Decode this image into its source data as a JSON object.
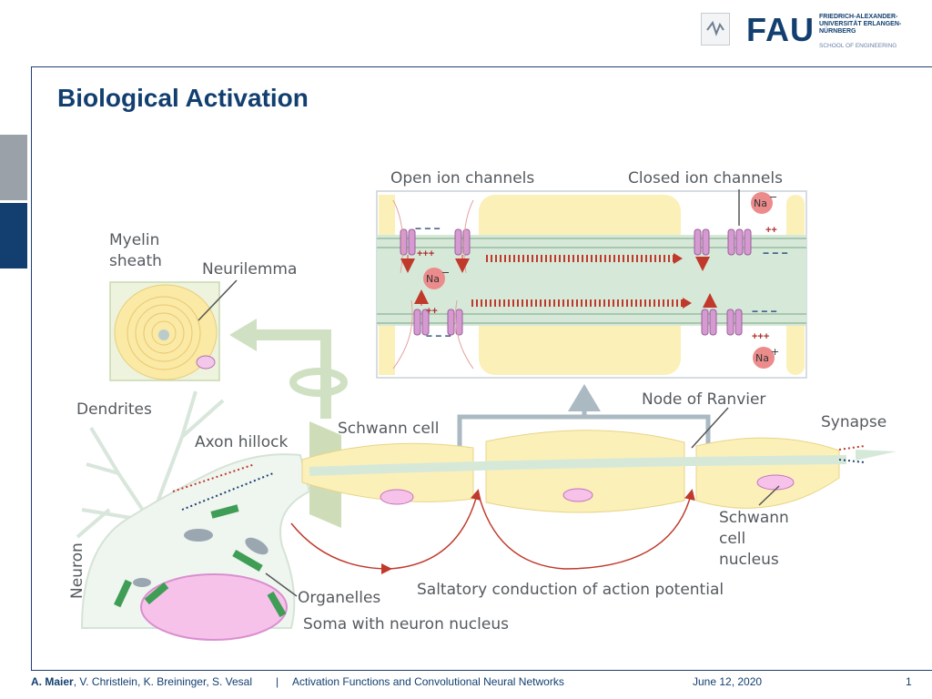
{
  "slide": {
    "title": "Biological Activation",
    "page_number": "1"
  },
  "header": {
    "logo_text": "FAU",
    "university": "FRIEDRICH-ALEXANDER- UNIVERSITÄT ERLANGEN-NÜRNBERG",
    "school": "SCHOOL OF ENGINEERING"
  },
  "diagram": {
    "labels": {
      "open_ion_channels": "Open ion channels",
      "closed_ion_channels": "Closed ion channels",
      "myelin": "Myelin",
      "sheath": "sheath",
      "neurilemma": "Neurilemma",
      "dendrites": "Dendrites",
      "axon_hillock": "Axon hillock",
      "schwann_cell": "Schwann cell",
      "node_of_ranvier": "Node of Ranvier",
      "synapse": "Synapse",
      "schwann_nucleus_1": "Schwann",
      "schwann_nucleus_2": "cell",
      "schwann_nucleus_3": "nucleus",
      "neuron": "Neuron",
      "organelles": "Organelles",
      "saltatory": "Saltatory conduction of action potential",
      "soma": "Soma with neuron nucleus"
    },
    "ions": {
      "na_minus": "Na",
      "na_plus": "Na",
      "minus_sup": "−",
      "plus_sup": "+",
      "plus_charges": "+++",
      "double_plus": "++",
      "minus_charges": "− − −"
    }
  },
  "footer": {
    "author_main": "A. Maier",
    "authors_rest": ", V. Christlein, K. Breininger, S. Vesal",
    "separator": "|",
    "course": "Activation Functions and Convolutional Neural Networks",
    "date": "June 12, 2020"
  },
  "colors": {
    "brand_blue": "#123f70",
    "myelin_yellow": "#fbf0b8",
    "axon_green": "#d6e9d9",
    "channel_pink": "#c78ac4",
    "arrow_red": "#c0392b",
    "pointer_gray": "#aab9c2"
  }
}
